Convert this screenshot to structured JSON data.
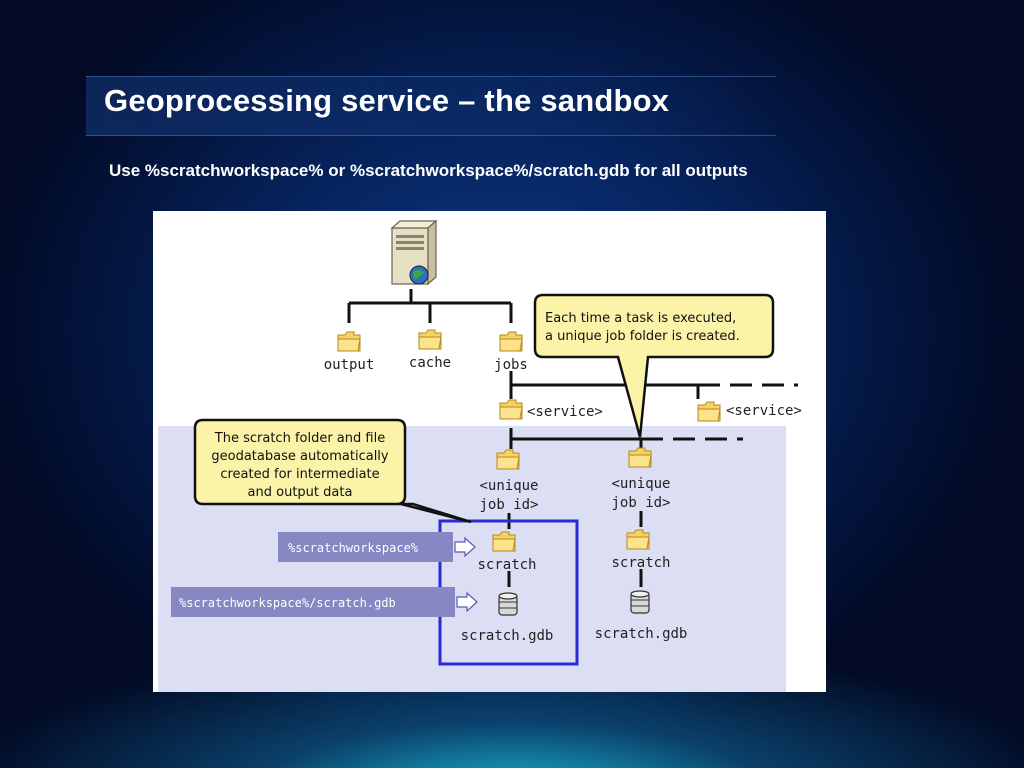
{
  "slide": {
    "title": "Geoprocessing service – the sandbox",
    "subtitle": "Use %scratchworkspace% or %scratchworkspace%/scratch.gdb for all outputs"
  },
  "diagram": {
    "folders": {
      "output": "output",
      "cache": "cache",
      "jobs": "jobs",
      "service_1": "<service>",
      "service_2": "<service>",
      "job_1_line1": "<unique",
      "job_1_line2": "job id>",
      "job_2_line1": "<unique",
      "job_2_line2": "job id>",
      "scratch_1": "scratch",
      "scratch_2": "scratch",
      "gdb_1": "scratch.gdb",
      "gdb_2": "scratch.gdb"
    },
    "callout_job": {
      "line1": "Each time a task is executed,",
      "line2": "a unique job folder is created."
    },
    "callout_scratch": {
      "line1": "The scratch folder and file",
      "line2": "geodatabase automatically",
      "line3": "created for intermediate",
      "line4": "and output data"
    },
    "tags": {
      "scratch_folder": "%scratchworkspace%",
      "scratch_gdb": "%scratchworkspace%/scratch.gdb"
    },
    "colors": {
      "sandbox_area": "#dcdff4",
      "highlight_box": "#2a2ad6",
      "callout_fill": "#faf3a8",
      "tag_fill": "#8787c4",
      "folder_fill": "#f6d266"
    },
    "icons": [
      "server-icon",
      "folder-icon",
      "geodatabase-icon",
      "arrow-right-icon"
    ]
  }
}
